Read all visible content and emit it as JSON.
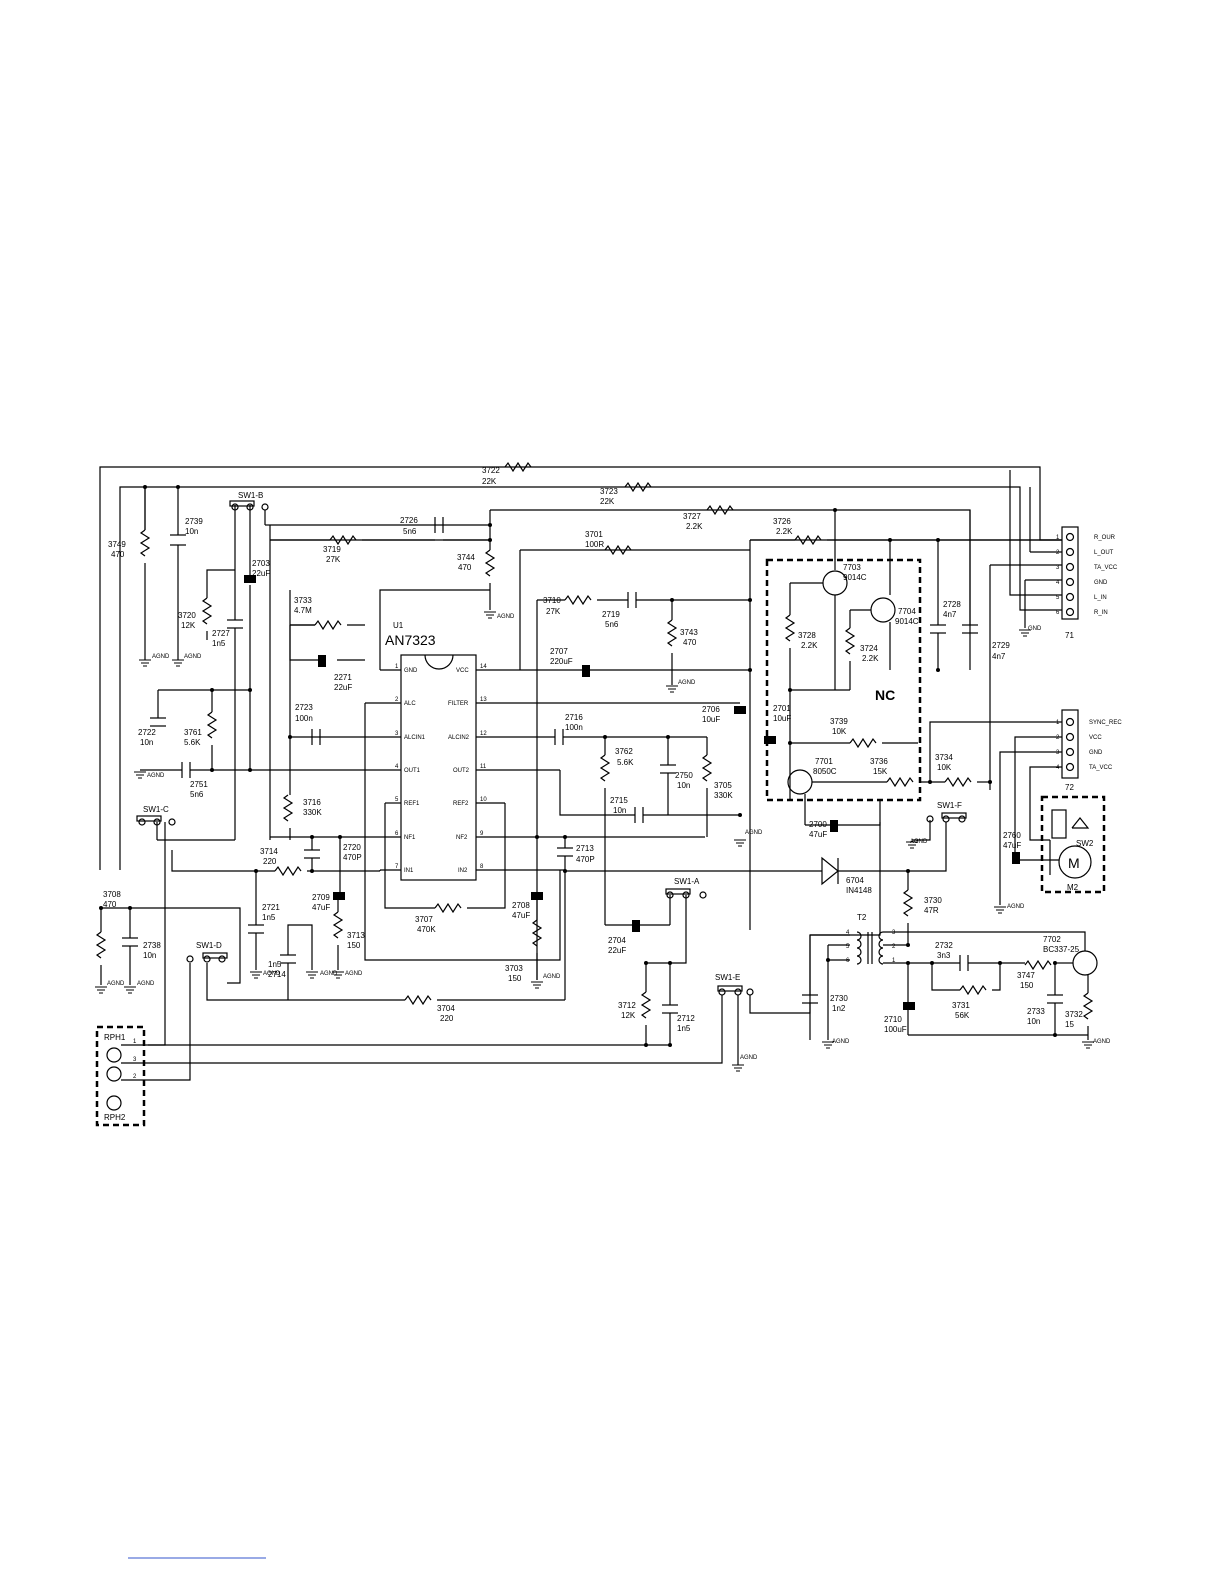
{
  "ic": {
    "ref": "U1",
    "part": "AN7323",
    "left_pins": [
      {
        "num": "1",
        "name": "GND"
      },
      {
        "num": "2",
        "name": "ALC"
      },
      {
        "num": "3",
        "name": "ALCIN1"
      },
      {
        "num": "4",
        "name": "OUT1"
      },
      {
        "num": "5",
        "name": "REF1"
      },
      {
        "num": "6",
        "name": "NF1"
      },
      {
        "num": "7",
        "name": "IN1"
      }
    ],
    "right_pins": [
      {
        "num": "14",
        "name": "VCC"
      },
      {
        "num": "13",
        "name": "FILTER"
      },
      {
        "num": "12",
        "name": "ALCIN2"
      },
      {
        "num": "11",
        "name": "OUT2"
      },
      {
        "num": "10",
        "name": "REF2"
      },
      {
        "num": "9",
        "name": "NF2"
      },
      {
        "num": "8",
        "name": "IN2"
      }
    ]
  },
  "components": [
    {
      "ref": "3722",
      "value": "22K"
    },
    {
      "ref": "3723",
      "value": "22K"
    },
    {
      "ref": "3727",
      "value": "2.2K"
    },
    {
      "ref": "3726",
      "value": "2.2K"
    },
    {
      "ref": "3701",
      "value": "100R"
    },
    {
      "ref": "2726",
      "value": "5n6"
    },
    {
      "ref": "3719",
      "value": "27K"
    },
    {
      "ref": "3744",
      "value": "470"
    },
    {
      "ref": "3749",
      "value": "470"
    },
    {
      "ref": "2739",
      "value": "10n"
    },
    {
      "ref": "2703",
      "value": "22uF"
    },
    {
      "ref": "3720",
      "value": "12K"
    },
    {
      "ref": "2727",
      "value": "1n5"
    },
    {
      "ref": "3733",
      "value": "4.7M"
    },
    {
      "ref": "2271",
      "value": "22uF"
    },
    {
      "ref": "3710",
      "value": "27K"
    },
    {
      "ref": "2719",
      "value": "5n6"
    },
    {
      "ref": "3743",
      "value": "470"
    },
    {
      "ref": "2707",
      "value": "220uF"
    },
    {
      "ref": "7703",
      "value": "9014C"
    },
    {
      "ref": "7704",
      "value": "9014C"
    },
    {
      "ref": "3728",
      "value": "2.2K"
    },
    {
      "ref": "3724",
      "value": "2.2K"
    },
    {
      "ref": "2728",
      "value": "4n7"
    },
    {
      "ref": "2729",
      "value": "4n7"
    },
    {
      "ref": "2723",
      "value": "100n"
    },
    {
      "ref": "2722",
      "value": "10n"
    },
    {
      "ref": "3761",
      "value": "5.6K"
    },
    {
      "ref": "2751",
      "value": "5n6"
    },
    {
      "ref": "3716",
      "value": "330K"
    },
    {
      "ref": "2716",
      "value": "100n"
    },
    {
      "ref": "2706",
      "value": "10uF"
    },
    {
      "ref": "3762",
      "value": "5.6K"
    },
    {
      "ref": "2750",
      "value": "10n"
    },
    {
      "ref": "3705",
      "value": "330K"
    },
    {
      "ref": "2715",
      "value": "10n"
    },
    {
      "ref": "2701",
      "value": "10uF"
    },
    {
      "ref": "3739",
      "value": "10K"
    },
    {
      "ref": "7701",
      "value": "8050C"
    },
    {
      "ref": "3736",
      "value": "15K"
    },
    {
      "ref": "3734",
      "value": "10K"
    },
    {
      "ref": "2700",
      "value": "47uF"
    },
    {
      "ref": "3714",
      "value": "220"
    },
    {
      "ref": "2720",
      "value": "470P"
    },
    {
      "ref": "2713",
      "value": "470P"
    },
    {
      "ref": "2721",
      "value": "1n5"
    },
    {
      "ref": "2709",
      "value": "47uF"
    },
    {
      "ref": "3713",
      "value": "150"
    },
    {
      "ref": "3707",
      "value": "470K"
    },
    {
      "ref": "2708",
      "value": "47uF"
    },
    {
      "ref": "3703",
      "value": "150"
    },
    {
      "ref": "3708",
      "value": "470"
    },
    {
      "ref": "2738",
      "value": "10n"
    },
    {
      "ref": "2714",
      "value": "1n5"
    },
    {
      "ref": "3704",
      "value": "220"
    },
    {
      "ref": "2704",
      "value": "22uF"
    },
    {
      "ref": "3712",
      "value": "12K"
    },
    {
      "ref": "2712",
      "value": "1n5"
    },
    {
      "ref": "6704",
      "value": "IN4148"
    },
    {
      "ref": "3730",
      "value": "47R"
    },
    {
      "ref": "2732",
      "value": "3n3"
    },
    {
      "ref": "3747",
      "value": "150"
    },
    {
      "ref": "7702",
      "value": "BC337-25"
    },
    {
      "ref": "2730",
      "value": "1n2"
    },
    {
      "ref": "3731",
      "value": "56K"
    },
    {
      "ref": "2710",
      "value": "100uF"
    },
    {
      "ref": "2733",
      "value": "10n"
    },
    {
      "ref": "3732",
      "value": "15"
    },
    {
      "ref": "2760",
      "value": "47uF"
    }
  ],
  "connector_71": {
    "ref": "71",
    "pins": [
      {
        "num": "1",
        "name": "R_OUR"
      },
      {
        "num": "2",
        "name": "L_OUT"
      },
      {
        "num": "3",
        "name": "TA_VCC"
      },
      {
        "num": "4",
        "name": "GND"
      },
      {
        "num": "5",
        "name": "L_IN"
      },
      {
        "num": "6",
        "name": "R_IN"
      }
    ],
    "gnd": "GND"
  },
  "connector_72": {
    "ref": "72",
    "pins": [
      {
        "num": "1",
        "name": "SYNC_REC"
      },
      {
        "num": "2",
        "name": "VCC"
      },
      {
        "num": "3",
        "name": "GND"
      },
      {
        "num": "4",
        "name": "TA_VCC"
      }
    ]
  },
  "switches": {
    "b": "SW1-B",
    "c": "SW1-C",
    "d": "SW1-D",
    "a": "SW1-A",
    "e": "SW1-E",
    "f": "SW1-F",
    "sw2": "SW2",
    "motor": "M",
    "motor_ref": "M2"
  },
  "transformer": {
    "ref": "T2",
    "pins": [
      "4",
      "5",
      "6",
      "3",
      "2",
      "1"
    ]
  },
  "heads": {
    "rph1": "RPH1",
    "rph2": "RPH2",
    "pins": [
      "1",
      "3",
      "2"
    ]
  },
  "nc_label": "NC",
  "agnd": "AGND",
  "gnd": "GND"
}
